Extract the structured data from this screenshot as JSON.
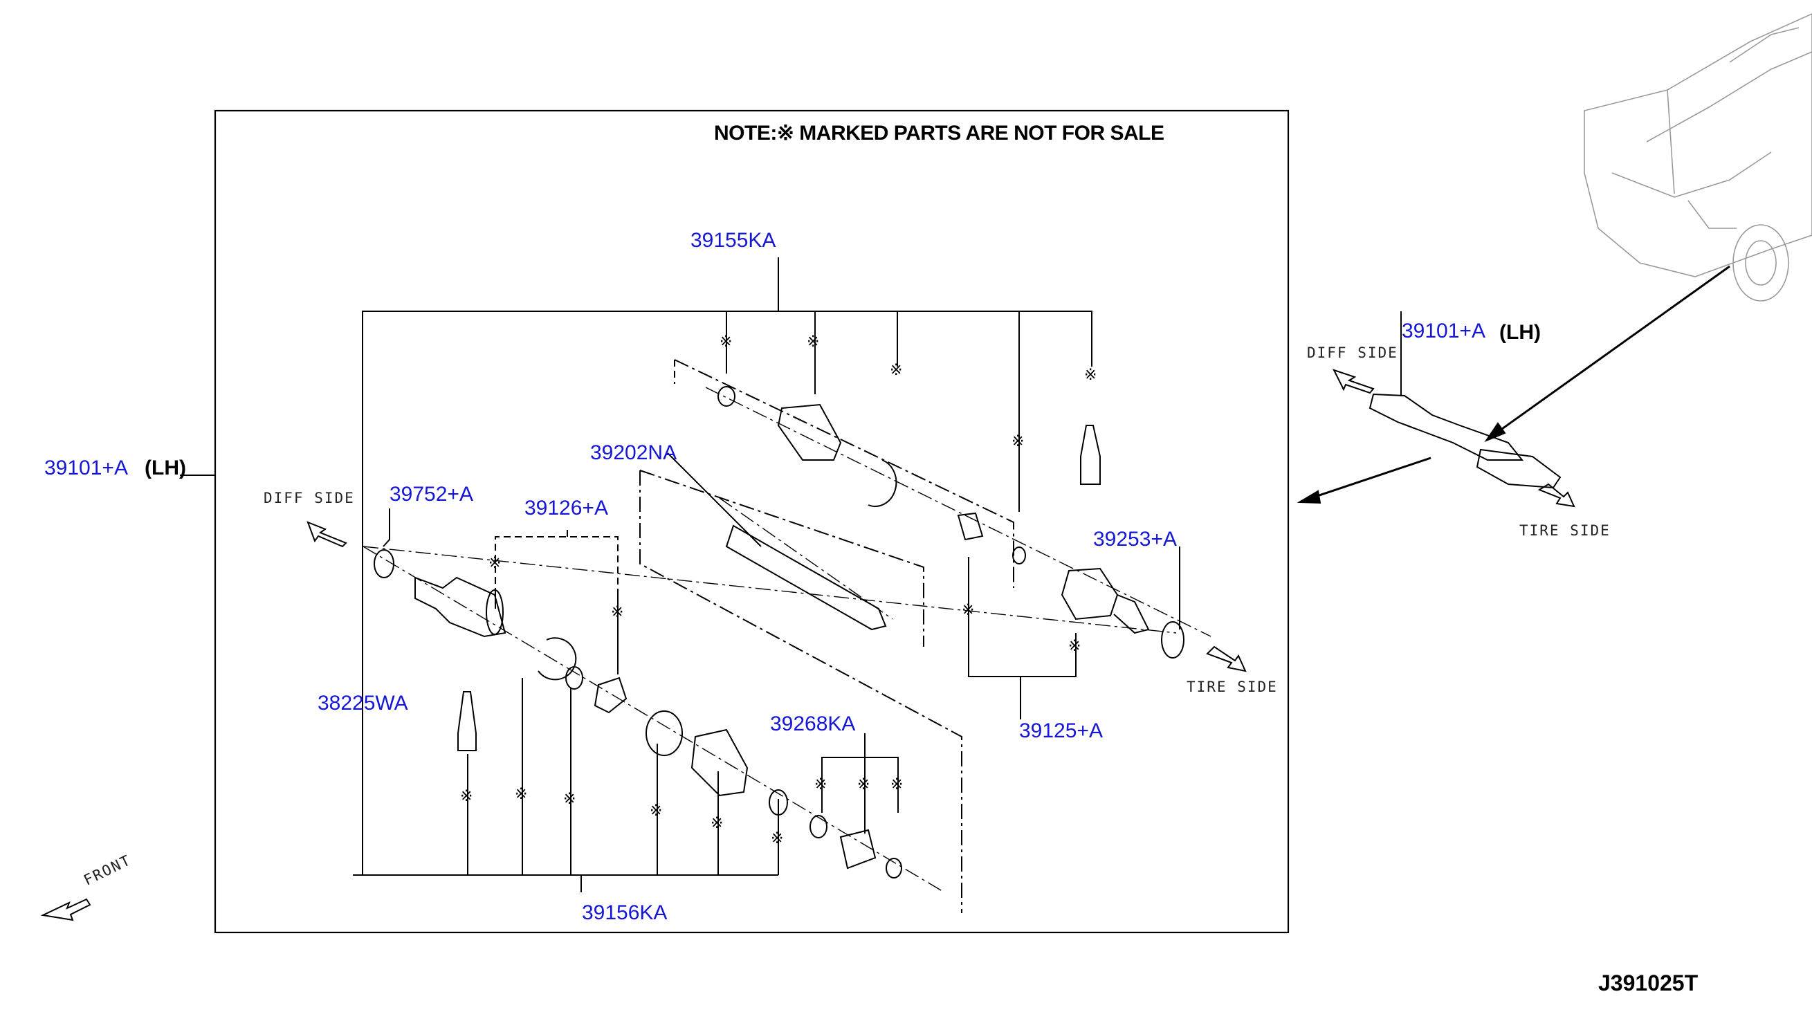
{
  "note": "NOTE:※ MARKED PARTS ARE NOT FOR SALE",
  "reference_code": "J391025T",
  "side_labels": {
    "diff_side": "DIFF SIDE",
    "tire_side": "TIRE SIDE",
    "front": "FRONT",
    "lh": "(LH)"
  },
  "not_for_sale_mark": "※",
  "parts": [
    {
      "id": "p-39155KA",
      "number": "39155KA"
    },
    {
      "id": "p-39101A-main",
      "number": "39101+A"
    },
    {
      "id": "p-39752A",
      "number": "39752+A"
    },
    {
      "id": "p-39126A",
      "number": "39126+A"
    },
    {
      "id": "p-39202NA",
      "number": "39202NA"
    },
    {
      "id": "p-39253A",
      "number": "39253+A"
    },
    {
      "id": "p-38225WA",
      "number": "38225WA"
    },
    {
      "id": "p-39268KA",
      "number": "39268KA"
    },
    {
      "id": "p-39125A",
      "number": "39125+A"
    },
    {
      "id": "p-39156KA",
      "number": "39156KA"
    },
    {
      "id": "p-39101A-inset",
      "number": "39101+A"
    }
  ],
  "colors": {
    "part_number": "#1616d6",
    "line": "#000000",
    "background": "#ffffff"
  }
}
